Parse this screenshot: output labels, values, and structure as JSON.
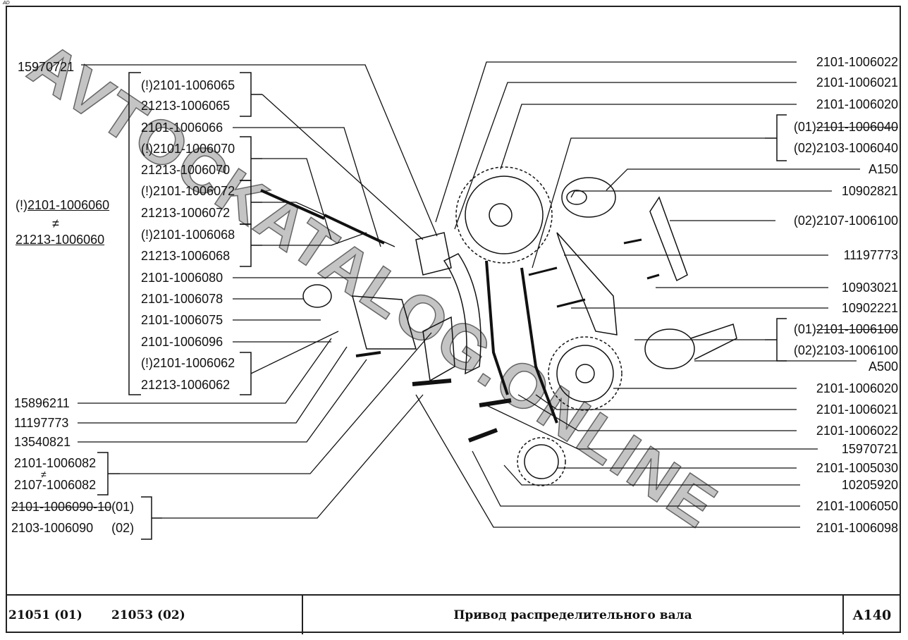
{
  "corner_mark": "AD",
  "watermark": "AVTOCKATALOG.ONLINE",
  "left_labels": {
    "top": "15970721",
    "group": [
      "(!)2101-1006065",
      "21213-1006065",
      "2101-1006066",
      "(!)2101-1006070",
      "21213-1006070",
      "(!)2101-1006072",
      "21213-1006072",
      "(!)2101-1006068",
      "21213-1006068",
      "2101-1006080",
      "2101-1006078",
      "2101-1006075",
      "2101-1006096",
      "(!)2101-1006062",
      "21213-1006062"
    ],
    "assembly_prefix": "(!)",
    "assembly_a": "2101-1006060",
    "assembly_neq": "≠",
    "assembly_b": "21213-1006060",
    "bottom": [
      "15896211",
      "11197773",
      "13540821"
    ],
    "pair1_a": "2101-1006082",
    "pair1_neq": "≠",
    "pair1_b": "2107-1006082",
    "pair2_a": "2101-1006090-10",
    "pair2_a_suffix": "(01)",
    "pair2_b": "2103-1006090",
    "pair2_b_suffix": "(02)"
  },
  "right_labels": {
    "items": [
      "2101-1006022",
      "2101-1006021",
      "2101-1006020"
    ],
    "tensioner_a_prefix": "(01)",
    "tensioner_a": "2101-1006040",
    "tensioner_b": "(02)2103-1006040",
    "items2": [
      "A150",
      "10902821",
      "(02)2107-1006100",
      "11197773",
      "10903021",
      "10902221"
    ],
    "pump_a_prefix": "(01)",
    "pump_a": "2101-1006100",
    "pump_b": "(02)2103-1006100",
    "items3": [
      "A500",
      "2101-1006020",
      "2101-1006021",
      "2101-1006022",
      "15970721",
      "2101-1005030",
      "10205920",
      "2101-1006050",
      "2101-1006098"
    ]
  },
  "footer": {
    "model1": "21051 (01)",
    "model2": "21053 (02)",
    "title": "Привод распределительного вала",
    "code": "A140"
  }
}
